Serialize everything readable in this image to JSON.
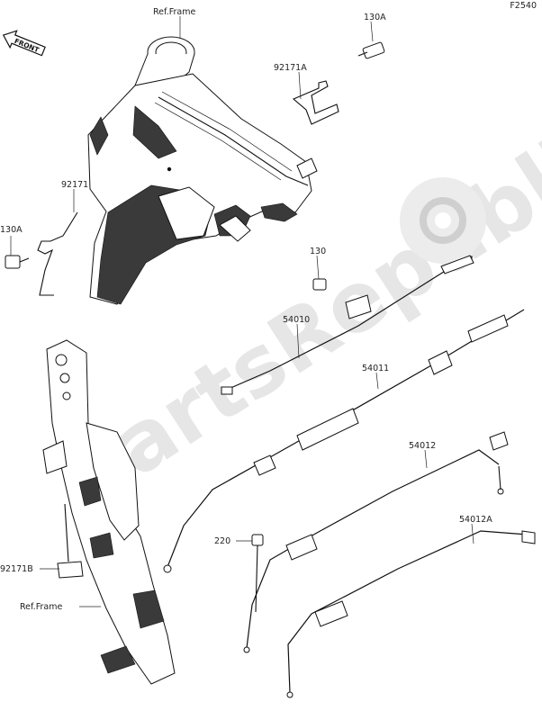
{
  "diagram_code": "F2540",
  "front_marker": "FRONT",
  "watermark": "PartsRepublik",
  "labels": {
    "ref_frame_top": "Ref.Frame",
    "p130a_top": "130A",
    "p92171a": "92171A",
    "p92171": "92171",
    "p130a_left": "130A",
    "p130": "130",
    "p54010": "54010",
    "p54011": "54011",
    "p54012": "54012",
    "p54012a": "54012A",
    "p220": "220",
    "p92171b": "92171B",
    "ref_frame_bottom": "Ref.Frame"
  }
}
